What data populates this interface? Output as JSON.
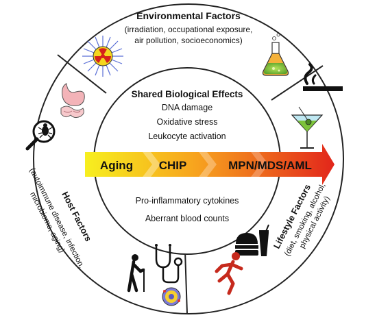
{
  "environmental": {
    "title": "Environmental Factors",
    "line1": "(irradiation, occupational exposure,",
    "line2": "air pollution, socioeconomics)"
  },
  "shared": {
    "title": "Shared Biological Effects",
    "effects_top": [
      "DNA damage",
      "Oxidative stress",
      "Leukocyte activation"
    ],
    "effects_bottom": [
      "Pro-inflammatory cytokines",
      "Aberrant blood counts"
    ]
  },
  "progression": {
    "stages": [
      "Aging",
      "CHIP",
      "MPN/MDS/AML"
    ],
    "colors": [
      "#f7ef1f",
      "#f7a21e",
      "#e2261b"
    ]
  },
  "host": {
    "title": "Host Factors",
    "line1": "(autoimmune disease, infection,",
    "line2": "microbiome, aging)"
  },
  "lifestyle": {
    "title": "Lifestyle Factors",
    "line1": "(diet, smoking, alcohol,",
    "line2": "physical activity)"
  },
  "icons": [
    "radiation-icon",
    "flask-icon",
    "stomach-icon",
    "magnifier-bug-icon",
    "cigarette-icon",
    "martini-icon",
    "fast-food-icon",
    "runner-icon",
    "elderly-person-icon",
    "stethoscope-icon",
    "cell-icon"
  ]
}
